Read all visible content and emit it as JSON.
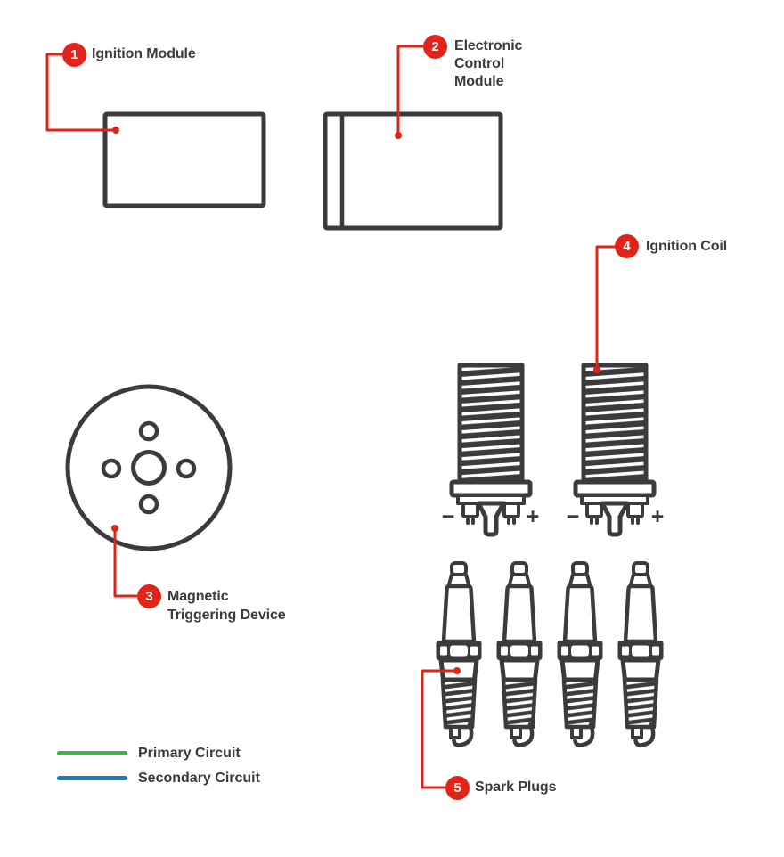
{
  "colors": {
    "accent_red": "#e2231a",
    "stroke_dark": "#3b3a3c",
    "primary_circuit_green": "#3bb54a",
    "secondary_circuit_blue": "#1b79c0"
  },
  "labels": {
    "ignition_module": {
      "number": "1",
      "text": "Ignition Module"
    },
    "electronic_control_module": {
      "number": "2",
      "text": "Electronic Control Module"
    },
    "magnetic_triggering_device": {
      "number": "3",
      "text": "Magnetic Triggering Device"
    },
    "ignition_coil": {
      "number": "4",
      "text": "Ignition Coil"
    },
    "spark_plugs": {
      "number": "5",
      "text": "Spark Plugs"
    }
  },
  "terminals": {
    "minus": "−",
    "plus": "+"
  },
  "legend": {
    "items": [
      {
        "label": "Primary Circuit",
        "color": "#3bb54a"
      },
      {
        "label": "Secondary Circuit",
        "color": "#1b79c0"
      }
    ]
  }
}
